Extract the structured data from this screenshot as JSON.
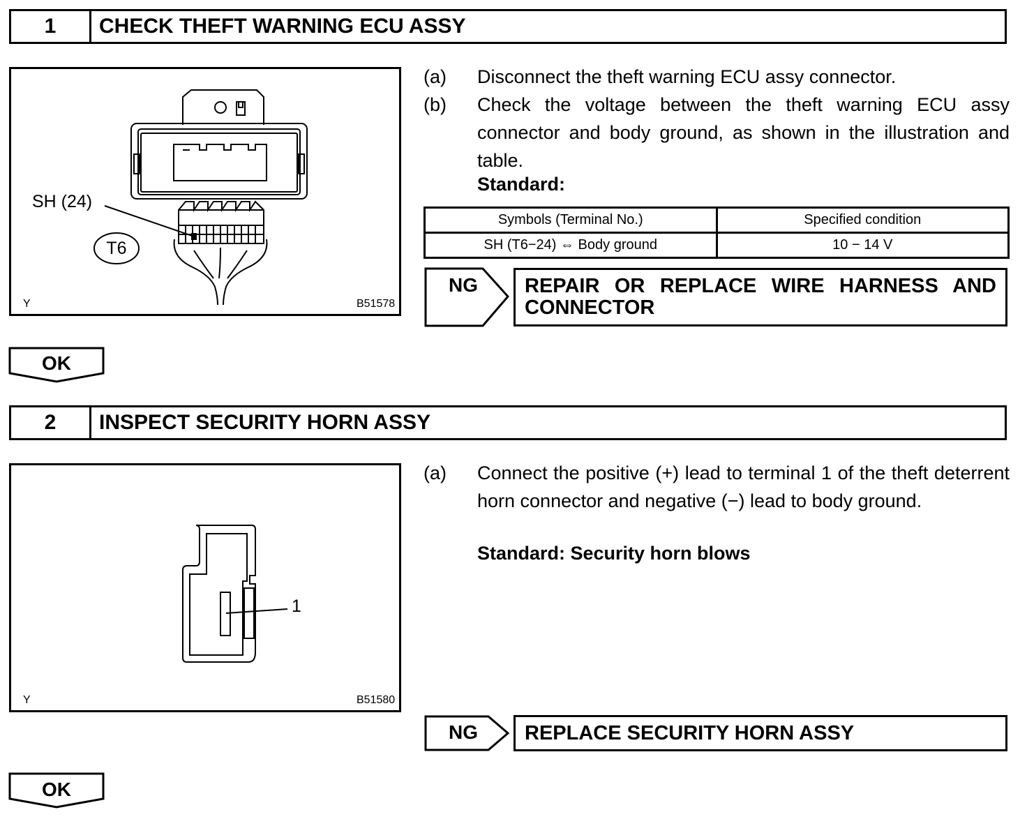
{
  "steps": [
    {
      "number": "1",
      "title": "CHECK THEFT WARNING ECU ASSY",
      "figure": {
        "callout_label": "SH (24)",
        "connector_label": "T6",
        "corner_letter": "Y",
        "figure_code": "B51578"
      },
      "instructions": [
        {
          "label": "(a)",
          "text": "Disconnect the theft warning ECU assy connector."
        },
        {
          "label": "(b)",
          "text": "Check the voltage between the theft warning ECU assy connector and body ground, as shown in the illustration and table."
        }
      ],
      "standard": "Standard:",
      "table": {
        "headers": [
          "Symbols (Terminal No.)",
          "Specified condition"
        ],
        "rows": [
          [
            "SH (T6−24) ⇔ Body ground",
            "10 − 14 V"
          ]
        ]
      },
      "ng_label": "NG",
      "ng_action": "REPAIR OR REPLACE WIRE HARNESS AND CONNECTOR",
      "ok_label": "OK"
    },
    {
      "number": "2",
      "title": "INSPECT SECURITY HORN ASSY",
      "figure": {
        "terminal_label": "1",
        "corner_letter": "Y",
        "figure_code": "B51580"
      },
      "instructions": [
        {
          "label": "(a)",
          "text": "Connect the positive (+) lead to terminal 1 of the theft deterrent horn connector and negative (−) lead to body ground."
        }
      ],
      "standard": "Standard: Security horn blows",
      "ng_label": "NG",
      "ng_action": "REPLACE SECURITY HORN ASSY",
      "ok_label": "OK"
    }
  ]
}
